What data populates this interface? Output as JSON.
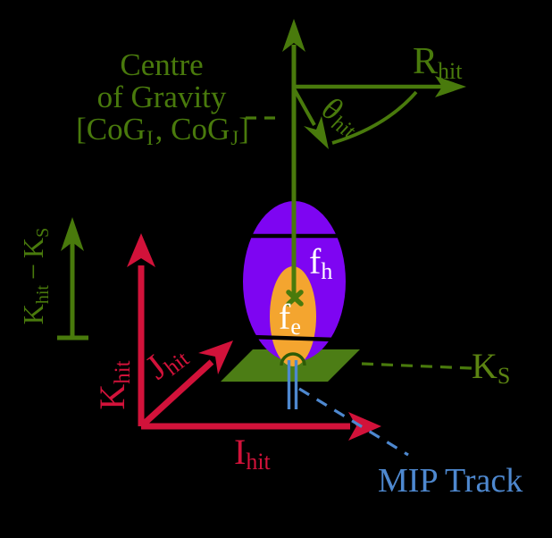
{
  "colors": {
    "background": "#000000",
    "green": "#497a0c",
    "plane_green": "#4c7d15",
    "arc_green": "#2e5b06",
    "olive": "#5c8412",
    "red": "#d2123a",
    "purple": "#7e05f2",
    "orange": "#f4a52f",
    "blue": "#4e88cf",
    "white": "#ffffff"
  },
  "labels": {
    "centre_line1": "Centre",
    "centre_line2": "of Gravity",
    "cog_bracket": {
      "open": "[CoG",
      "sub1": "I",
      "mid": ", CoG",
      "sub2": "J",
      "close": "]"
    },
    "r_hit": {
      "main": "R",
      "sub": "hit"
    },
    "theta_hit": {
      "main": "θ",
      "sub": "hit"
    },
    "k_diff": {
      "k1": "K",
      "k1_sub": "hit",
      "minus": "−",
      "k2": "K",
      "k2_sub": "S"
    },
    "k_hit": {
      "main": "K",
      "sub": "hit"
    },
    "j_hit": {
      "main": "J",
      "sub": "hit"
    },
    "i_hit": {
      "main": "I",
      "sub": "hit"
    },
    "f_h": {
      "main": "f",
      "sub": "h"
    },
    "f_e": {
      "main": "f",
      "sub": "e"
    },
    "k_s": {
      "main": "K",
      "sub": "S"
    },
    "mip_track": "MIP Track"
  }
}
